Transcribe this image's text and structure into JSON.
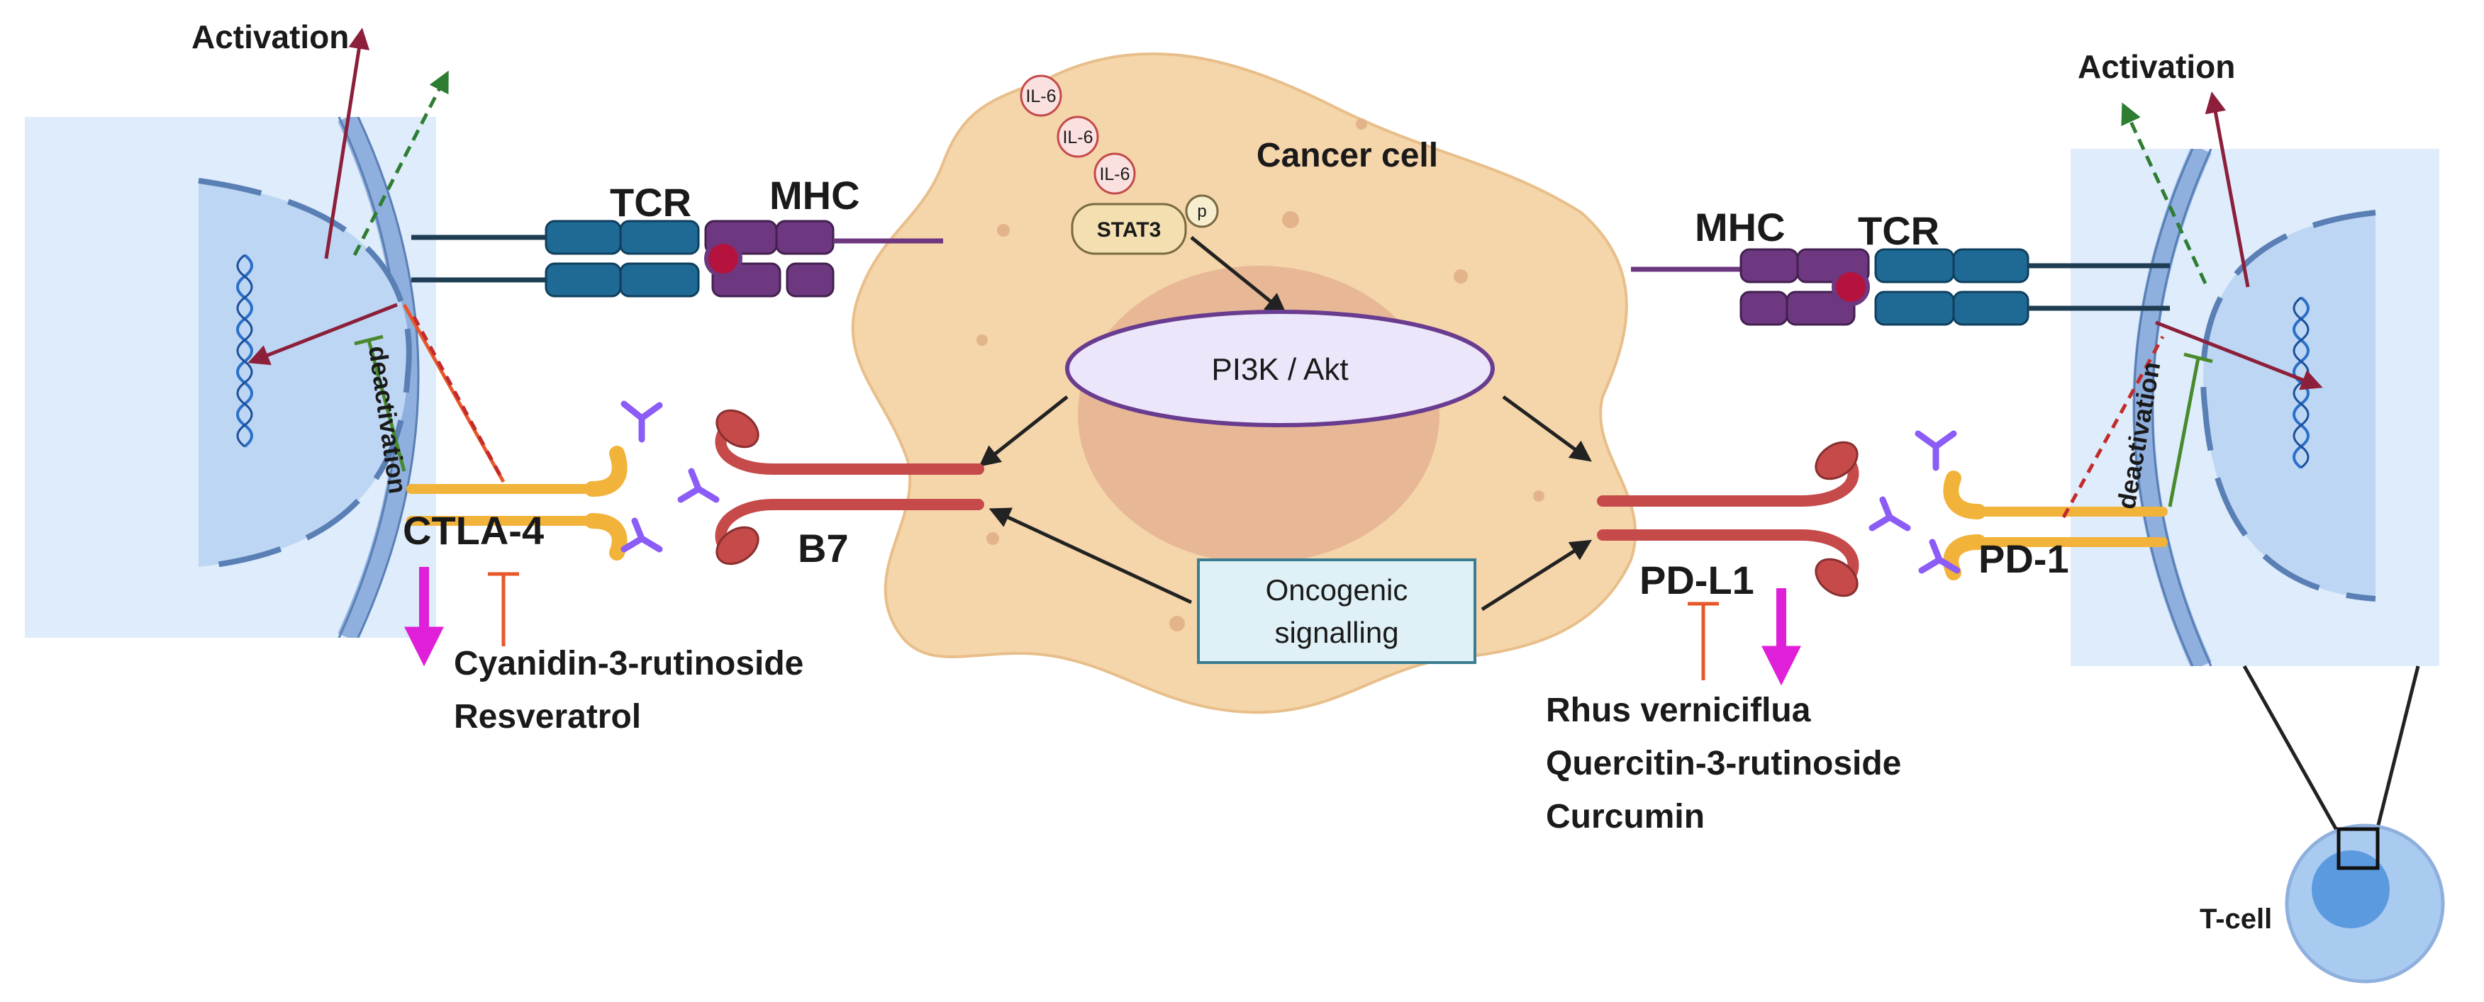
{
  "labels": {
    "activation_left": "Activation",
    "activation_right": "Activation",
    "deactivation_left": "deactivation",
    "deactivation_right": "deactivation",
    "tcr_left": "TCR",
    "mhc_left": "MHC",
    "tcr_right": "TCR",
    "mhc_right": "MHC",
    "cancer_cell": "Cancer cell",
    "il6": "IL-6",
    "stat3": "STAT3",
    "phospho": "p",
    "pi3k_akt": "PI3K / Akt",
    "b7": "B7",
    "ctla4": "CTLA-4",
    "pdl1": "PD-L1",
    "pd1": "PD-1",
    "oncogenic_line1": "Oncogenic",
    "oncogenic_line2": "signalling",
    "t_cell": "T-cell"
  },
  "compounds_left": [
    "Cyanidin-3-rutinoside",
    "Resveratrol"
  ],
  "compounds_right": [
    "Rhus verniciflua",
    "Quercitin-3-rutinoside",
    "Curcumin"
  ],
  "colors": {
    "tcell_panel": "#deecfb",
    "membrane": "#8fb0de",
    "nucleus": "#b9d4f2",
    "cancer_cell": "#f5d5aa",
    "tcr": "#1f6a95",
    "mhc": "#6e3880",
    "b7_pdl1": "#c64a4a",
    "ctla4_pd1": "#f2b33a",
    "antibody": "#8b5cf6",
    "activation_arrow": "#8c1f3a",
    "dashed_activation": "#2e7d32",
    "inhibit_orange": "#e8572a",
    "downregulate_magenta": "#e020d8",
    "oncogenic_box": "#dff1f6"
  }
}
